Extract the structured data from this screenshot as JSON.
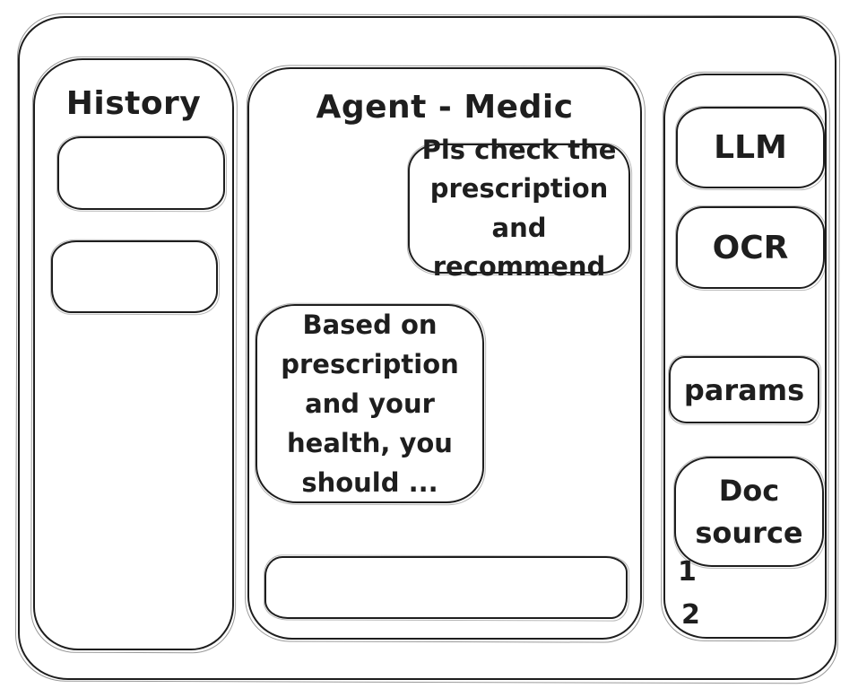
{
  "window": {
    "stroke_color": "#1e1e1e",
    "background": "#ffffff"
  },
  "history_panel": {
    "title": "History",
    "items": [
      {
        "label": ""
      },
      {
        "label": ""
      }
    ]
  },
  "chat_panel": {
    "title": "Agent - Medic",
    "messages": [
      {
        "role": "user",
        "text": "Pls check the\nprescription\nand recommend"
      },
      {
        "role": "agent",
        "text": "Based on\nprescription\nand your\nhealth, you\nshould ..."
      }
    ],
    "input": {
      "value": ""
    }
  },
  "tools_panel": {
    "llm_label": "LLM",
    "ocr_label": "OCR",
    "params_label": "params",
    "doc_source_label": "Doc source",
    "doc_source_items": [
      "1",
      "2"
    ]
  }
}
